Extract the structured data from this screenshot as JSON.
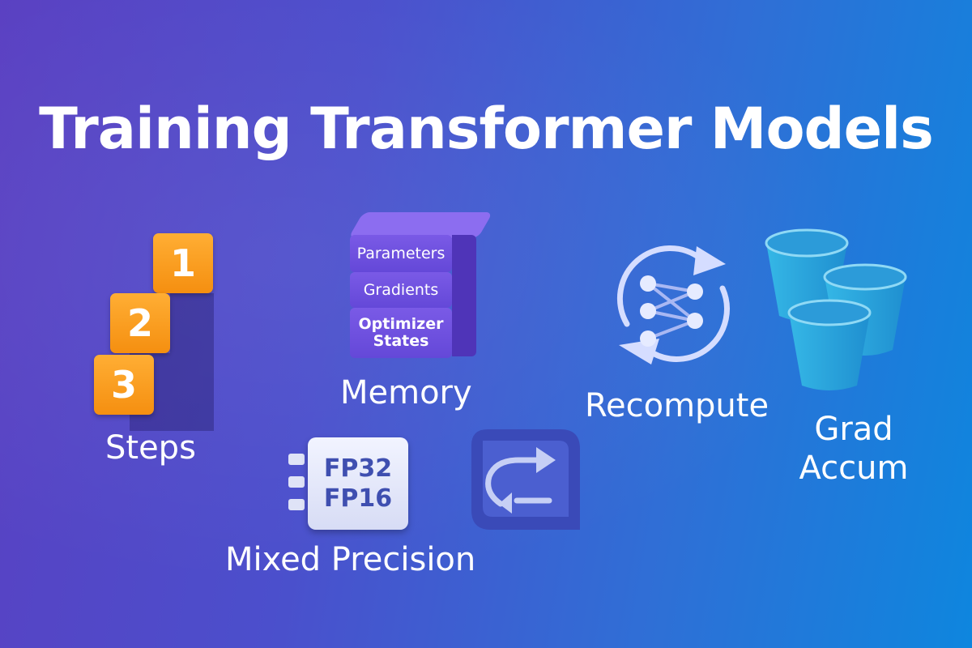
{
  "title": "Training Transformer Models",
  "steps": {
    "label": "Steps",
    "numbers": [
      "1",
      "2",
      "3"
    ]
  },
  "memory": {
    "label": "Memory",
    "layers": [
      "Parameters",
      "Gradients",
      "Optimizer States"
    ]
  },
  "precision": {
    "label": "Mixed Precision",
    "chip_lines": [
      "FP32",
      "FP16"
    ]
  },
  "recompute": {
    "label": "Recompute"
  },
  "grad_accum": {
    "label_line1": "Grad",
    "label_line2": "Accum"
  },
  "icons": [
    "steps-icon",
    "memory-stack-icon",
    "precision-chip-icon",
    "swap-icon",
    "recompute-icon",
    "buckets-icon"
  ],
  "colors": {
    "step_orange": "#f7941d",
    "memory_purple": "#6a4ddb",
    "bucket_blue": "#29a8dd"
  }
}
